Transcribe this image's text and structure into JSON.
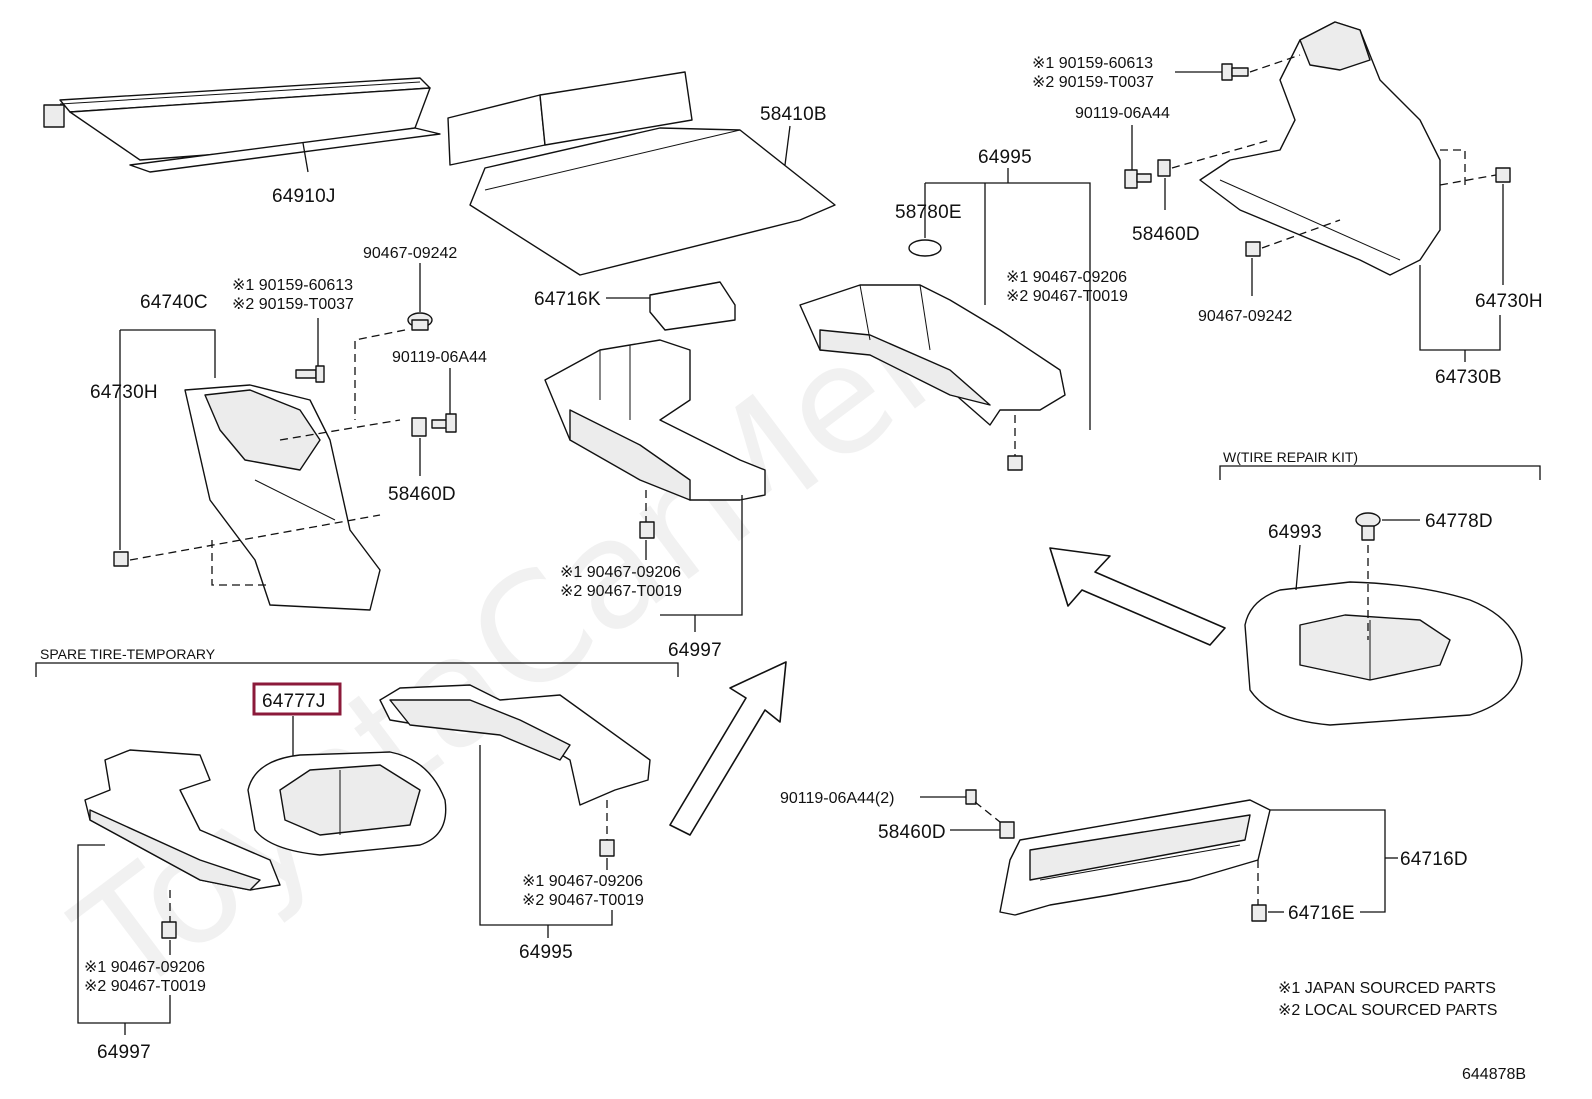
{
  "diagram_id": "644878B",
  "watermark": "ToyotaCarMen",
  "highlighted_part": "64777J",
  "highlight_color": "#8b1a3a",
  "groups": {
    "spare_tire": "SPARE TIRE-TEMPORARY",
    "tire_repair": "W(TIRE REPAIR KIT)"
  },
  "notes": {
    "n1": "※1 JAPAN SOURCED PARTS",
    "n2": "※2 LOCAL SOURCED PARTS"
  },
  "labels": {
    "p64910J": "64910J",
    "p58410B": "58410B",
    "p64740C": "64740C",
    "p64730H_left": "64730H",
    "p90467_09242_a": "90467-09242",
    "p90159_a_1": "※1 90159-60613",
    "p90159_a_2": "※2 90159-T0037",
    "p90119_a": "90119-06A44",
    "p58460D_a": "58460D",
    "p64716K": "64716K",
    "p64997_mid": "64997",
    "p90467_mid_1": "※1 90467-09206",
    "p90467_mid_2": "※2 90467-T0019",
    "p64995_top": "64995",
    "p58780E": "58780E",
    "p90467_tr_1": "※1 90467-09206",
    "p90467_tr_2": "※2 90467-T0019",
    "p90159_b_1": "※1 90159-60613",
    "p90159_b_2": "※2 90159-T0037",
    "p90119_b": "90119-06A44",
    "p58460D_b": "58460D",
    "p90467_09242_b": "90467-09242",
    "p64730H_right": "64730H",
    "p64730B": "64730B",
    "p64993": "64993",
    "p64778D": "64778D",
    "p64777J": "64777J",
    "p90467_bl_1": "※1 90467-09206",
    "p90467_bl_2": "※2 90467-T0019",
    "p64997_bl": "64997",
    "p90467_bm_1": "※1 90467-09206",
    "p90467_bm_2": "※2 90467-T0019",
    "p64995_bm": "64995",
    "p90119_c": "90119-06A44(2)",
    "p58460D_c": "58460D",
    "p64716D": "64716D",
    "p64716E": "64716E"
  }
}
